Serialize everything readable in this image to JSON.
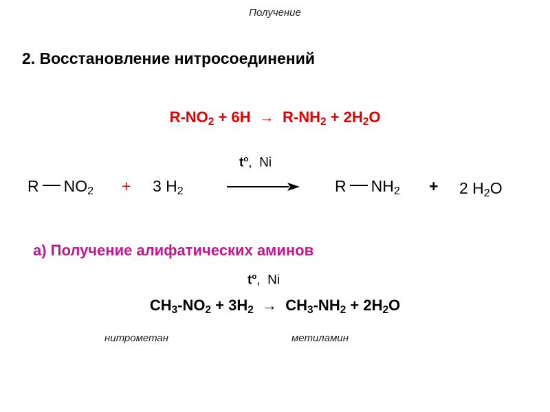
{
  "header": "Получение",
  "heading": "2.  Восстановление нитросоединений",
  "general_equation": {
    "left": "R-NO",
    "left_sub": "2",
    "plus_1": " + 6H  ",
    "arrow": "→",
    "product": "  R-NH",
    "product_sub": "2",
    "plus_2": " + 2H",
    "water_sub": "2",
    "water_o": "O"
  },
  "scheme": {
    "condition_t": "t",
    "condition_deg": "o",
    "condition_rest": ",  Ni",
    "reactant_r": "R",
    "reactant_group": "NO",
    "reactant_sub": "2",
    "plus_1": "+",
    "hydrogen": "3 H",
    "hydrogen_sub": "2",
    "product_r": "R",
    "product_group": "NH",
    "product_sub": "2",
    "plus_2": "+",
    "water": "2 H",
    "water_sub": "2",
    "water_o": "O"
  },
  "sub_heading": "а) Получение алифатических аминов",
  "aliphatic_equation": {
    "condition_t": "t",
    "condition_deg": "o",
    "condition_rest": ",  Ni",
    "left": "CH",
    "left_sub": "3",
    "left_group": "-NO",
    "left_group_sub": "2",
    "plus_1": " + 3H",
    "h2_sub": "2",
    "arrow": "  →  ",
    "product": "CH",
    "product_sub": "3",
    "product_group": "-NH",
    "product_group_sub": "2",
    "plus_2": " + 2H",
    "water_sub": "2",
    "water_o": "O"
  },
  "captions": {
    "reactant": "нитрометан",
    "product": "метиламин"
  },
  "colors": {
    "red": "#e00000",
    "magenta": "#c0178f"
  }
}
